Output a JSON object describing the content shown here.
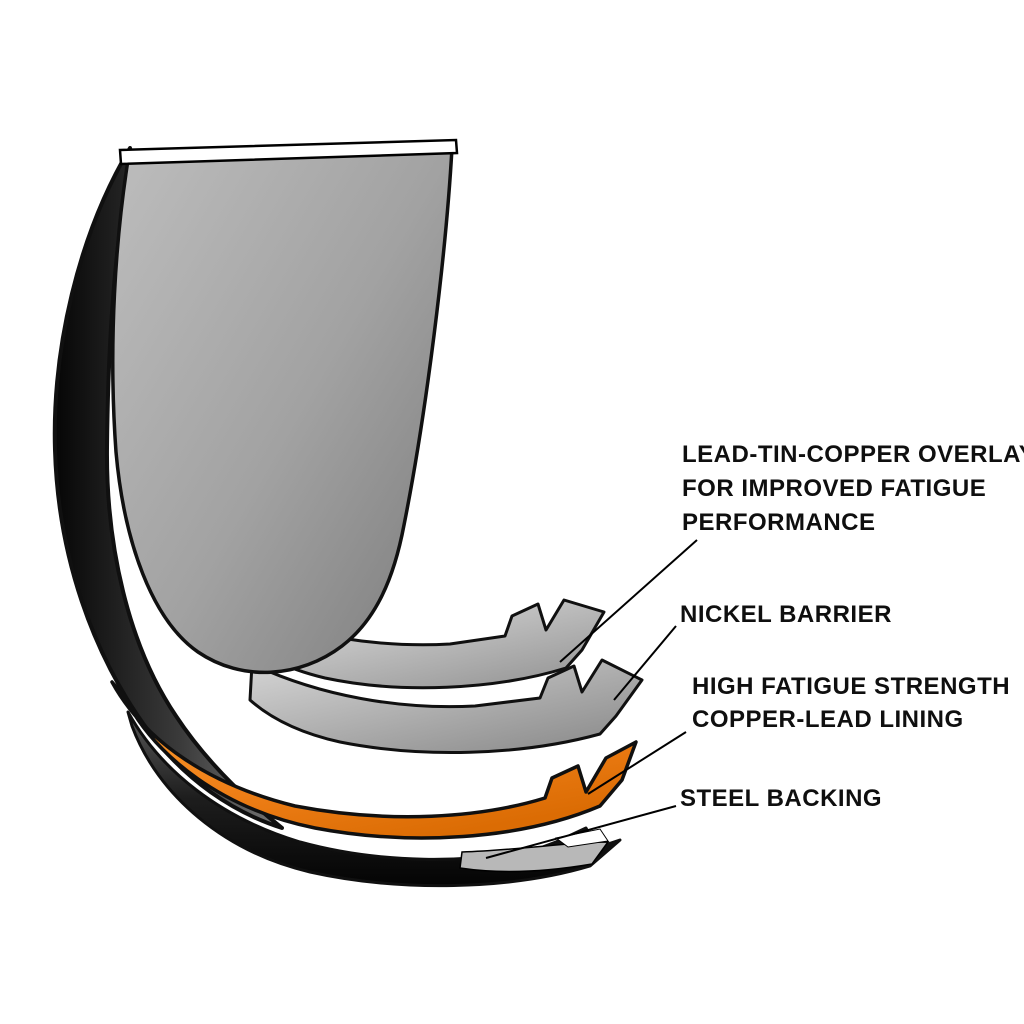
{
  "diagram": {
    "type": "technical-illustration",
    "subject": "Engine bearing shell cutaway showing material layers",
    "background_color": "#ffffff",
    "colors": {
      "shell_gray": "#a0a0a0",
      "overlay_gray": "#cccccc",
      "nickel_gray": "#bdbdbd",
      "copper_lead_orange": "#f08018",
      "steel_dark": "#141414",
      "outline_black": "#101010",
      "label_text": "#0f0f0f"
    },
    "labels": {
      "overlay": {
        "lines": [
          "LEAD-TIN-COPPER OVERLAY",
          "FOR IMPROVED FATIGUE",
          "PERFORMANCE"
        ]
      },
      "nickel": {
        "lines": [
          "NICKEL BARRIER"
        ]
      },
      "copper": {
        "lines": [
          "HIGH FATIGUE STRENGTH",
          "COPPER-LEAD LINING"
        ]
      },
      "steel": {
        "lines": [
          "STEEL BACKING"
        ]
      }
    }
  }
}
